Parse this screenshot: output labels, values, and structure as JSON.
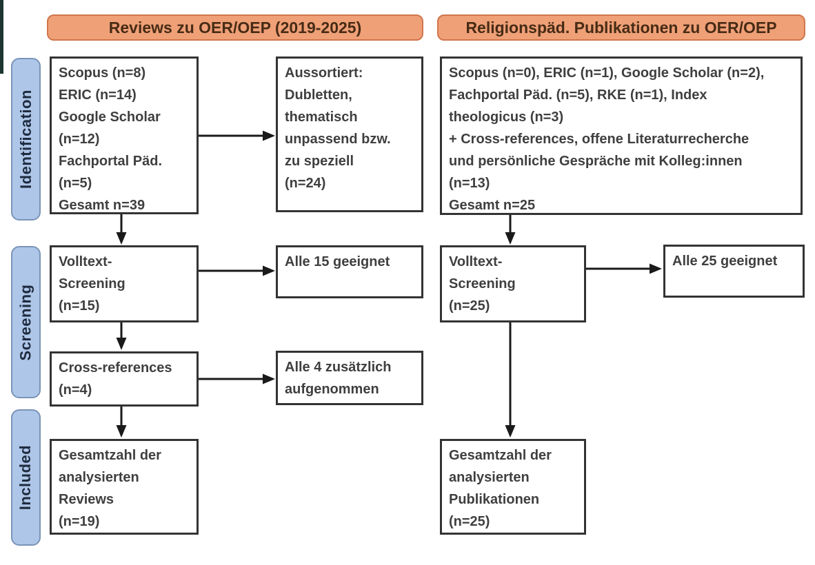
{
  "headers": {
    "left": "Reviews zu OER/OEP (2019-2025)",
    "right": "Religionspäd. Publikationen zu OER/OEP"
  },
  "stages": {
    "identification": "Identification",
    "screening": "Screening",
    "included": "Included"
  },
  "boxes": {
    "left_sources": "Scopus (n=8)\nERIC (n=14)\nGoogle Scholar\n(n=12)\nFachportal Päd.\n(n=5)\nGesamt n=39",
    "left_excluded": "Aussortiert:\nDubletten,\nthematisch\nunpassend bzw.\nzu speziell\n(n=24)",
    "left_fulltext": "Volltext-\nScreening\n(n=15)",
    "left_fulltext_result": "Alle 15 geeignet",
    "left_crossref": "Cross-references\n(n=4)",
    "left_crossref_result": "Alle 4 zusätzlich\naufgenommen",
    "left_included": "Gesamtzahl der\nanalysierten\nReviews\n(n=19)",
    "right_sources": "Scopus (n=0), ERIC (n=1), Google Scholar (n=2),\nFachportal Päd. (n=5), RKE (n=1), Index\ntheologicus (n=3)\n+ Cross-references, offene Literaturrecherche\nund persönliche Gespräche mit Kolleg:innen\n(n=13)\nGesamt n=25",
    "right_fulltext": "Volltext-\nScreening\n(n=25)",
    "right_fulltext_result": "Alle 25 geeignet",
    "right_included": "Gesamtzahl der\nanalysierten\nPublikationen\n(n=25)"
  },
  "colors": {
    "header_fill": "#EFA077",
    "header_border": "#D0764B",
    "header_text": "#472B15",
    "stage_fill": "#AEC6E8",
    "stage_border": "#7A94B8",
    "stage_text": "#1E2B3E",
    "box_border": "#333333",
    "box_text": "#3F3F3F",
    "arrow": "#1A1A1A",
    "artifact": "#1C3531"
  }
}
